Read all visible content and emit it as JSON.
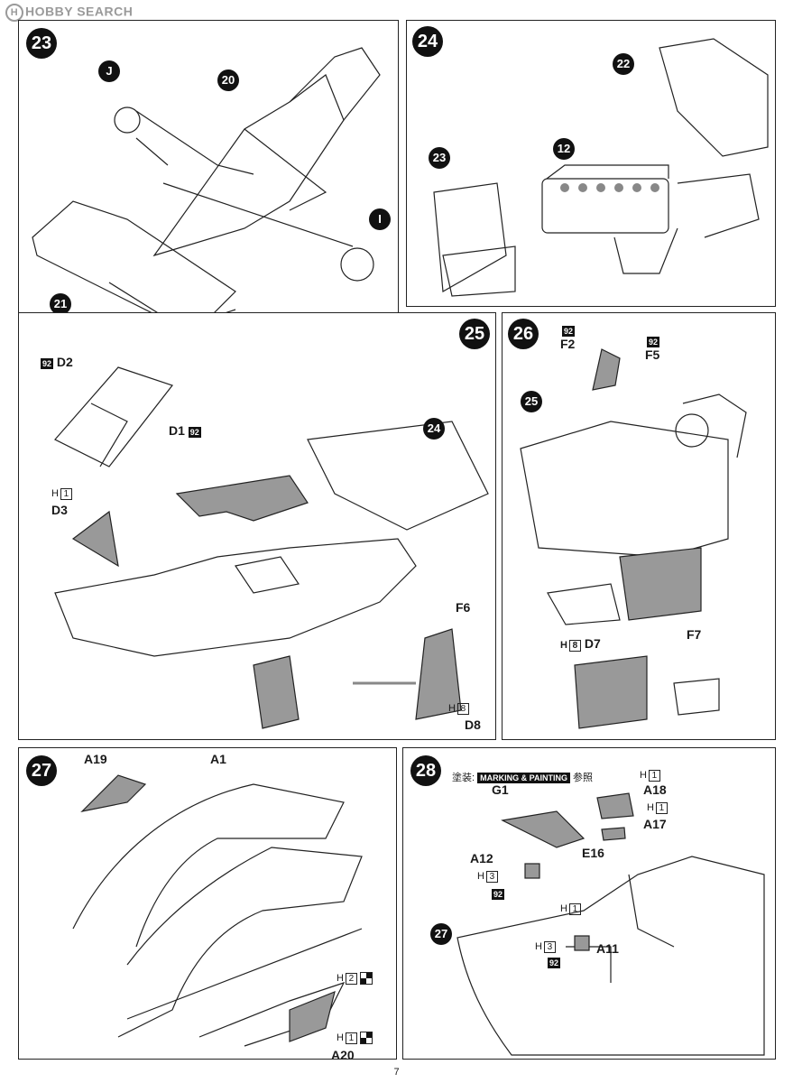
{
  "watermark": "HOBBY SEARCH",
  "page_number": "7",
  "steps": [
    {
      "number": "23",
      "callouts": [
        "J",
        "20",
        "I",
        "21"
      ]
    },
    {
      "number": "24",
      "callouts": [
        "22",
        "23",
        "12"
      ]
    },
    {
      "number": "25",
      "callouts": [
        "24"
      ],
      "labels": [
        "D2",
        "D1",
        "D3",
        "F6",
        "D8"
      ],
      "tags": [
        "92",
        "92",
        "H",
        "1",
        "H",
        "8"
      ]
    },
    {
      "number": "26",
      "callouts": [
        "25"
      ],
      "labels": [
        "F2",
        "F5",
        "D7",
        "F7"
      ],
      "tags": [
        "92",
        "92",
        "H",
        "8"
      ]
    },
    {
      "number": "27",
      "labels": [
        "A19",
        "A1",
        "A20"
      ],
      "tags": [
        "H",
        "2",
        "H",
        "1"
      ]
    },
    {
      "number": "28",
      "callouts": [
        "27"
      ],
      "labels": [
        "G1",
        "A18",
        "A17",
        "A12",
        "E16",
        "A11"
      ],
      "tags": [
        "H",
        "1",
        "H",
        "1",
        "H",
        "3",
        "92",
        "H",
        "1",
        "H",
        "3",
        "92"
      ]
    }
  ],
  "painting_ref": {
    "prefix": "塗装:",
    "label": "MARKING & PAINTING",
    "suffix": "参照"
  }
}
